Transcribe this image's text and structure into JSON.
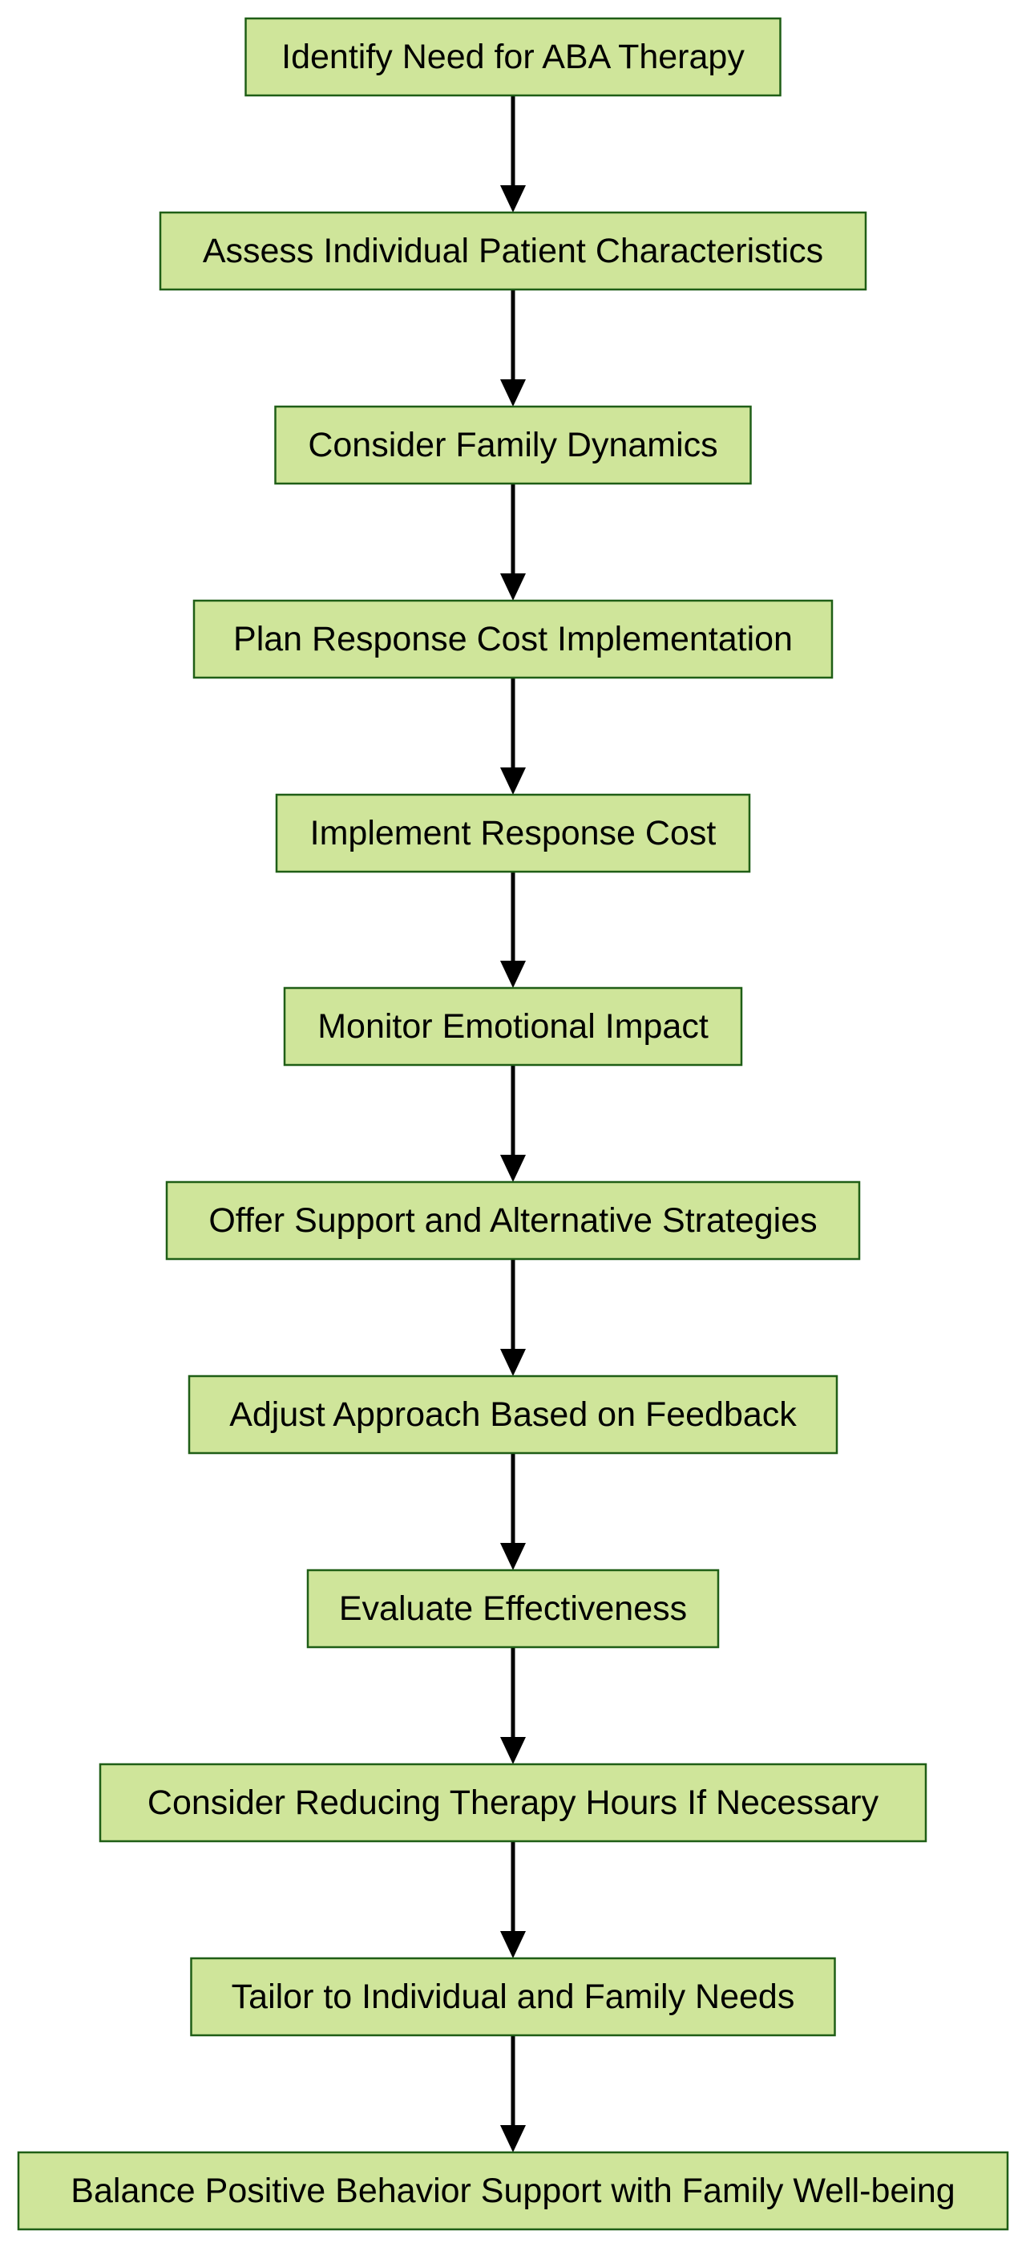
{
  "colors": {
    "node_fill": "#cfe59a",
    "node_stroke": "#1f5e16",
    "edge": "#000000",
    "text": "#000000"
  },
  "nodes": [
    {
      "id": "n1",
      "label": "Identify Need for ABA Therapy"
    },
    {
      "id": "n2",
      "label": "Assess Individual Patient Characteristics"
    },
    {
      "id": "n3",
      "label": "Consider Family Dynamics"
    },
    {
      "id": "n4",
      "label": "Plan Response Cost Implementation"
    },
    {
      "id": "n5",
      "label": "Implement Response Cost"
    },
    {
      "id": "n6",
      "label": "Monitor Emotional Impact"
    },
    {
      "id": "n7",
      "label": "Offer Support and Alternative Strategies"
    },
    {
      "id": "n8",
      "label": "Adjust Approach Based on Feedback"
    },
    {
      "id": "n9",
      "label": "Evaluate Effectiveness"
    },
    {
      "id": "n10",
      "label": "Consider Reducing Therapy Hours If Necessary"
    },
    {
      "id": "n11",
      "label": "Tailor to Individual and Family Needs"
    },
    {
      "id": "n12",
      "label": "Balance Positive Behavior Support with Family Well-being"
    }
  ],
  "edges": [
    {
      "from": "n1",
      "to": "n2"
    },
    {
      "from": "n2",
      "to": "n3"
    },
    {
      "from": "n3",
      "to": "n4"
    },
    {
      "from": "n4",
      "to": "n5"
    },
    {
      "from": "n5",
      "to": "n6"
    },
    {
      "from": "n6",
      "to": "n7"
    },
    {
      "from": "n7",
      "to": "n8"
    },
    {
      "from": "n8",
      "to": "n9"
    },
    {
      "from": "n9",
      "to": "n10"
    },
    {
      "from": "n10",
      "to": "n11"
    },
    {
      "from": "n11",
      "to": "n12"
    }
  ]
}
